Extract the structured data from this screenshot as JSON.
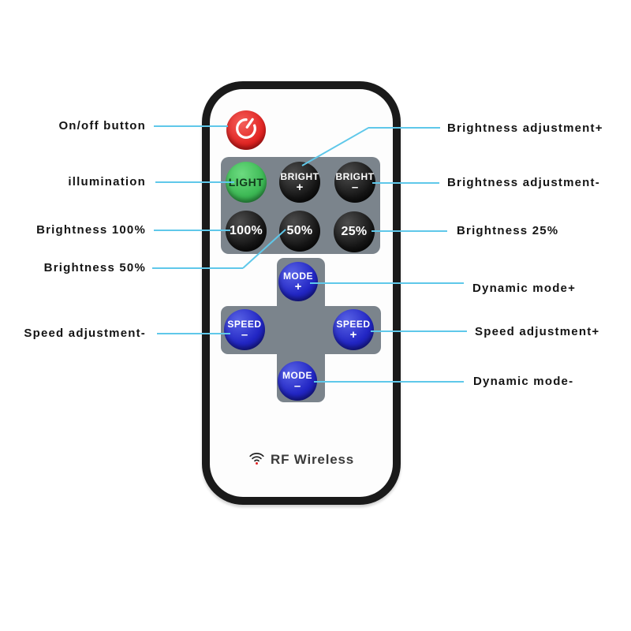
{
  "figure": {
    "type": "annotated-product-diagram",
    "subject": "RF wireless LED remote control key map"
  },
  "remote": {
    "brand": "RF Wireless",
    "buttons": {
      "power": {
        "icon": "power-icon",
        "color": "#e0201f"
      },
      "light": {
        "label": "LIGHT",
        "color": "#3cb854"
      },
      "bright_plus": {
        "line1": "BRIGHT",
        "line2": "+",
        "color": "#151515"
      },
      "bright_minus": {
        "line1": "BRIGHT",
        "line2": "–",
        "color": "#151515"
      },
      "pct_100": {
        "label": "100%",
        "color": "#151515"
      },
      "pct_50": {
        "label": "50%",
        "color": "#151515"
      },
      "pct_25": {
        "label": "25%",
        "color": "#151515"
      },
      "mode_plus": {
        "line1": "MODE",
        "line2": "+",
        "color": "#2226c4"
      },
      "speed_minus": {
        "line1": "SPEED",
        "line2": "–",
        "color": "#2226c4"
      },
      "speed_plus": {
        "line1": "SPEED",
        "line2": "+",
        "color": "#2226c4"
      },
      "mode_minus": {
        "line1": "MODE",
        "line2": "–",
        "color": "#2226c4"
      }
    }
  },
  "callouts": {
    "left": [
      {
        "text": "On/off button"
      },
      {
        "text": "illumination"
      },
      {
        "text": "Brightness 100%"
      },
      {
        "text": "Brightness 50%"
      },
      {
        "text": "Speed adjustment-"
      }
    ],
    "right": [
      {
        "text": "Brightness adjustment+"
      },
      {
        "text": "Brightness adjustment-"
      },
      {
        "text": "Brightness 25%"
      },
      {
        "text": "Dynamic mode+"
      },
      {
        "text": "Speed adjustment+"
      },
      {
        "text": "Dynamic mode-"
      }
    ]
  },
  "colors": {
    "callout_line": "#5fc8ea",
    "remote_border": "#1a1a1a",
    "keypad": "#7b848c",
    "background": "#ffffff"
  }
}
